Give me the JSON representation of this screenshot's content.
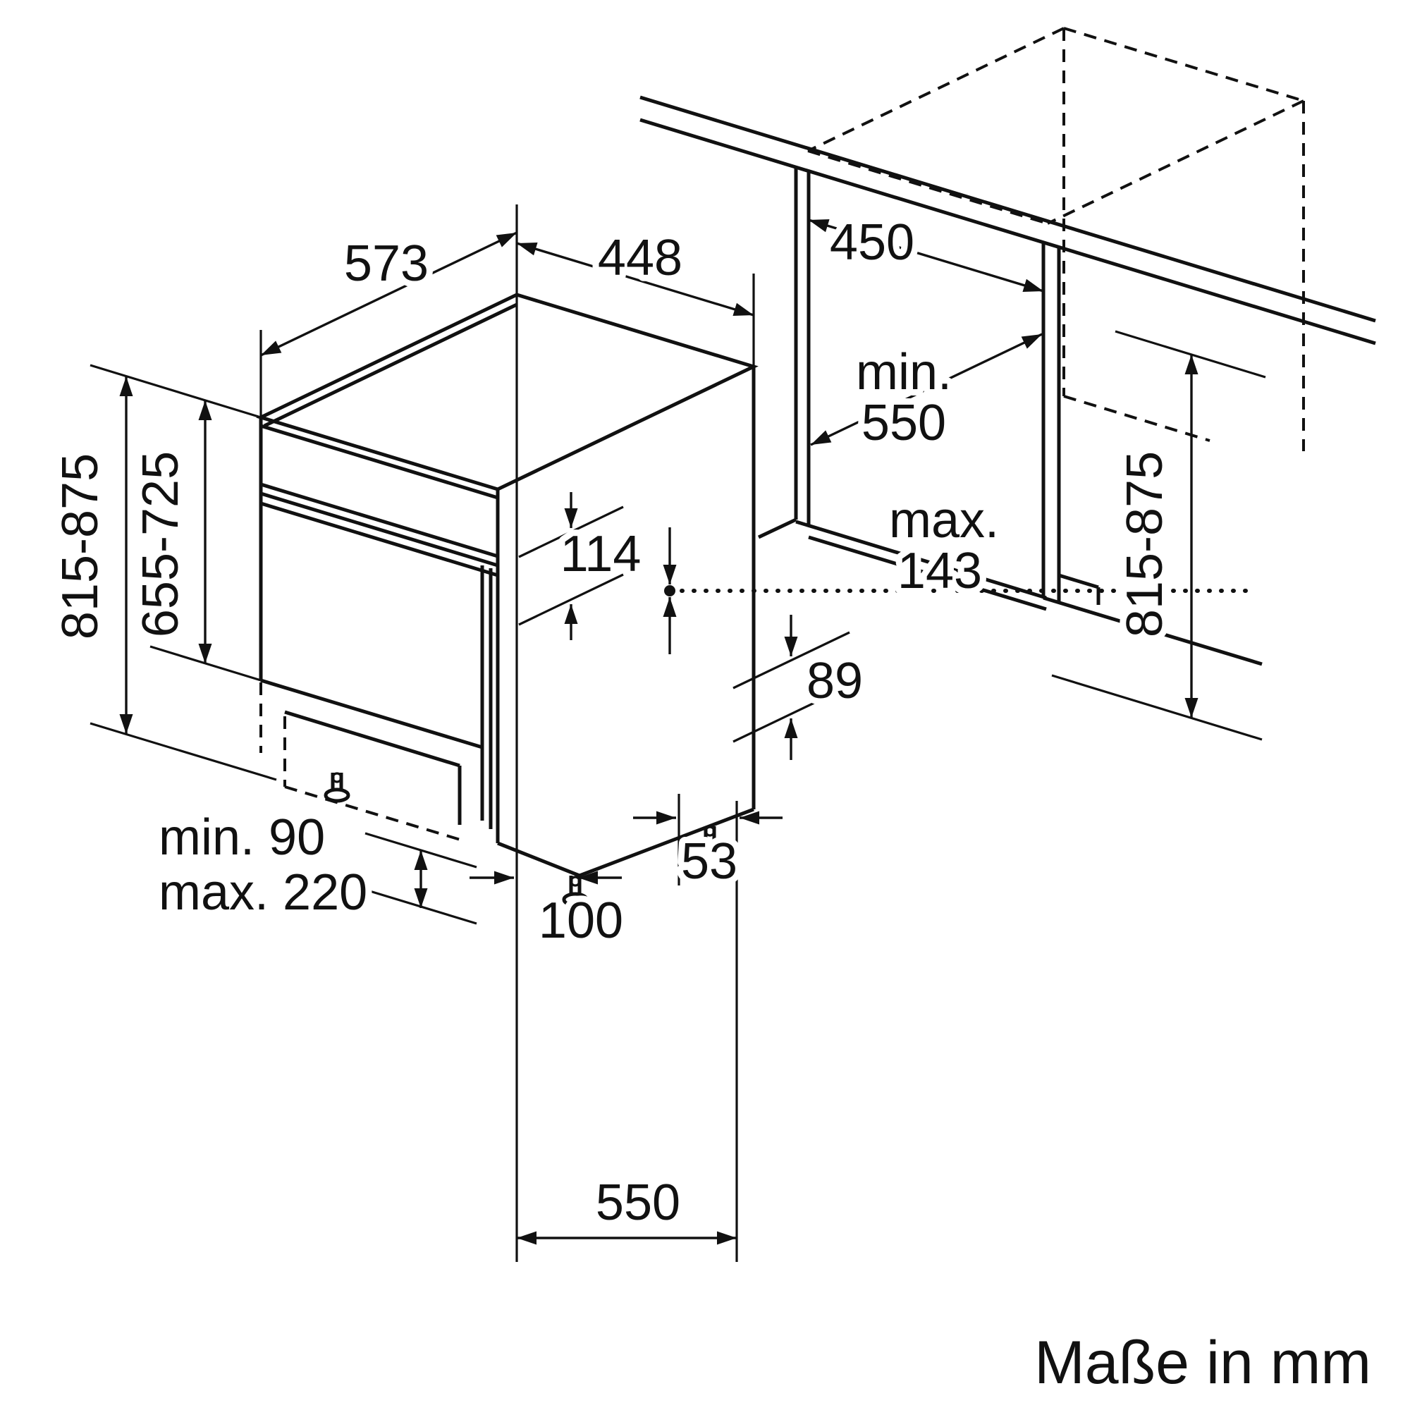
{
  "caption": "Maße in mm",
  "colors": {
    "line": "#111111",
    "background": "#ffffff"
  },
  "dimensions": {
    "top_depth": "573",
    "top_width": "448",
    "niche_width": "450",
    "niche_depth": {
      "line1": "min.",
      "line2": "550"
    },
    "overall_height": "815-875",
    "front_panel_height": "655-725",
    "control_panel_height": "114",
    "door_clearance": {
      "line1": "max.",
      "line2": "143"
    },
    "base_recess_height": "89",
    "base_recess_depth": "53",
    "plinth_min": "min. 90",
    "plinth_max": "max. 220",
    "foot_inset": "100",
    "base_depth": "550",
    "niche_height": "815-875"
  }
}
